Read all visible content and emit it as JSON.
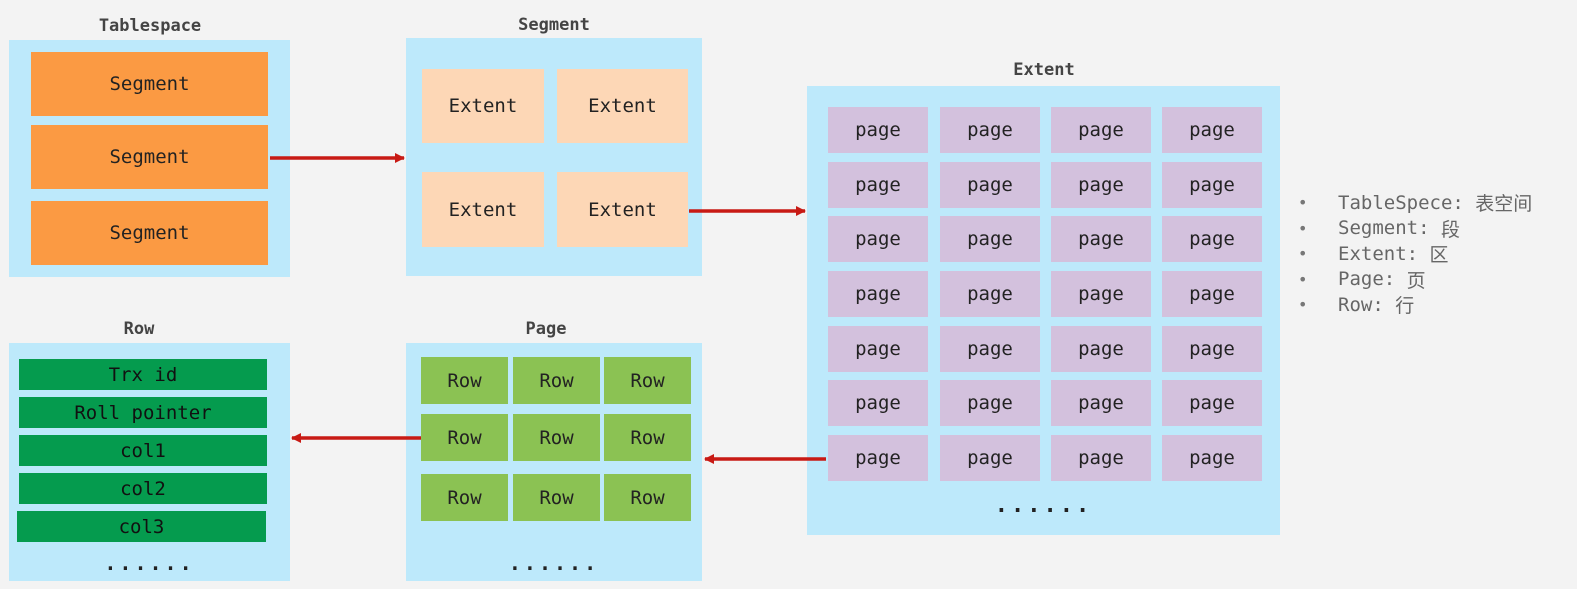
{
  "tablespace": {
    "title": "Tablespace",
    "segments": [
      "Segment",
      "Segment",
      "Segment"
    ]
  },
  "segment": {
    "title": "Segment",
    "extents": [
      "Extent",
      "Extent",
      "Extent",
      "Extent"
    ]
  },
  "extent": {
    "title": "Extent",
    "page_label": "page",
    "rows": 7,
    "cols": 4,
    "ellipsis": "......"
  },
  "page": {
    "title": "Page",
    "row_label": "Row",
    "rows": 3,
    "cols": 3,
    "ellipsis": "......"
  },
  "row": {
    "title": "Row",
    "fields": [
      "Trx id",
      "Roll pointer",
      "col1",
      "col2",
      "col3"
    ],
    "ellipsis": "......"
  },
  "legend": {
    "items": [
      {
        "term": "TableSpece",
        "meaning": "表空间"
      },
      {
        "term": "Segment",
        "meaning": "段"
      },
      {
        "term": "Extent",
        "meaning": "区"
      },
      {
        "term": "Page",
        "meaning": "页"
      },
      {
        "term": "Row",
        "meaning": "行"
      }
    ]
  },
  "colors": {
    "background": "#f3f3f3",
    "panel": "#bde9fb",
    "segment": "#fb9a43",
    "extent": "#fdd7b6",
    "page": "#d3c1dd",
    "row": "#8bc253",
    "field": "#059b4e",
    "arrow": "#c81a14"
  }
}
